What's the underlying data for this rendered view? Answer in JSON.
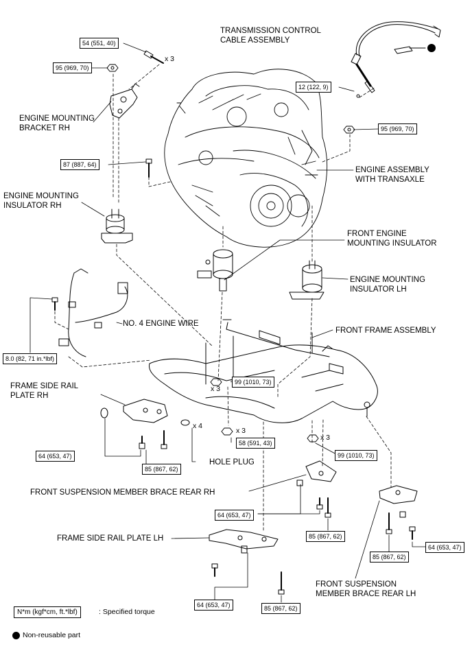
{
  "labels": {
    "transmission_cable": [
      "TRANSMISSION CONTROL",
      "CABLE ASSEMBLY"
    ],
    "engine_mounting_bracket_rh": [
      "ENGINE MOUNTING",
      "BRACKET RH"
    ],
    "engine_assembly": [
      "ENGINE ASSEMBLY",
      "WITH TRANSAXLE"
    ],
    "engine_mounting_insulator_rh": [
      "ENGINE MOUNTING",
      "INSULATOR RH"
    ],
    "front_engine_mounting_insulator": [
      "FRONT ENGINE",
      "MOUNTING INSULATOR"
    ],
    "engine_mounting_insulator_lh": [
      "ENGINE MOUNTING",
      "INSULATOR LH"
    ],
    "no4_engine_wire": "NO. 4 ENGINE WIRE",
    "front_frame_assembly": "FRONT FRAME ASSEMBLY",
    "frame_side_rail_plate_rh": [
      "FRAME SIDE RAIL",
      "PLATE RH"
    ],
    "hole_plug": "HOLE PLUG",
    "front_suspension_brace_rear_rh": "FRONT SUSPENSION MEMBER BRACE REAR RH",
    "frame_side_rail_plate_lh": "FRAME SIDE RAIL PLATE LH",
    "front_suspension_brace_rear_lh": [
      "FRONT SUSPENSION",
      "MEMBER BRACE REAR LH"
    ]
  },
  "torques": {
    "t_54_top": "54 (551, 40)",
    "t_95_left": "95 (969, 70)",
    "t_12": "12 (122, 9)",
    "t_95_right": "95 (969, 70)",
    "t_87": "87 (887, 64)",
    "t_8": "8.0 (82, 71 in.*lbf)",
    "t_99_mid": "99 (1010, 73)",
    "t_64_rh": "64 (653, 47)",
    "t_85_rh": "85 (867, 62)",
    "t_58": "58 (591, 43)",
    "t_99_right": "99 (1010, 73)",
    "t_64_brace": "64 (653, 47)",
    "t_85_brace": "85 (867, 62)",
    "t_64_lh_brace": "64 (653, 47)",
    "t_85_lh_brace": "85 (867, 62)",
    "t_64_lh_plate": "64 (653, 47)",
    "t_85_lh_plate": "85 (867, 62)"
  },
  "quantities": {
    "q_x3_top": "x 3",
    "q_x3_99": "x 3",
    "q_x4": "x 4",
    "q_x3_58": "x 3",
    "q_x3_right": "x 3"
  },
  "legend": {
    "box": "N*m (kgf*cm, ft.*lbf)",
    "box_text": ": Specified torque",
    "nonreusable": "Non-reusable part"
  }
}
